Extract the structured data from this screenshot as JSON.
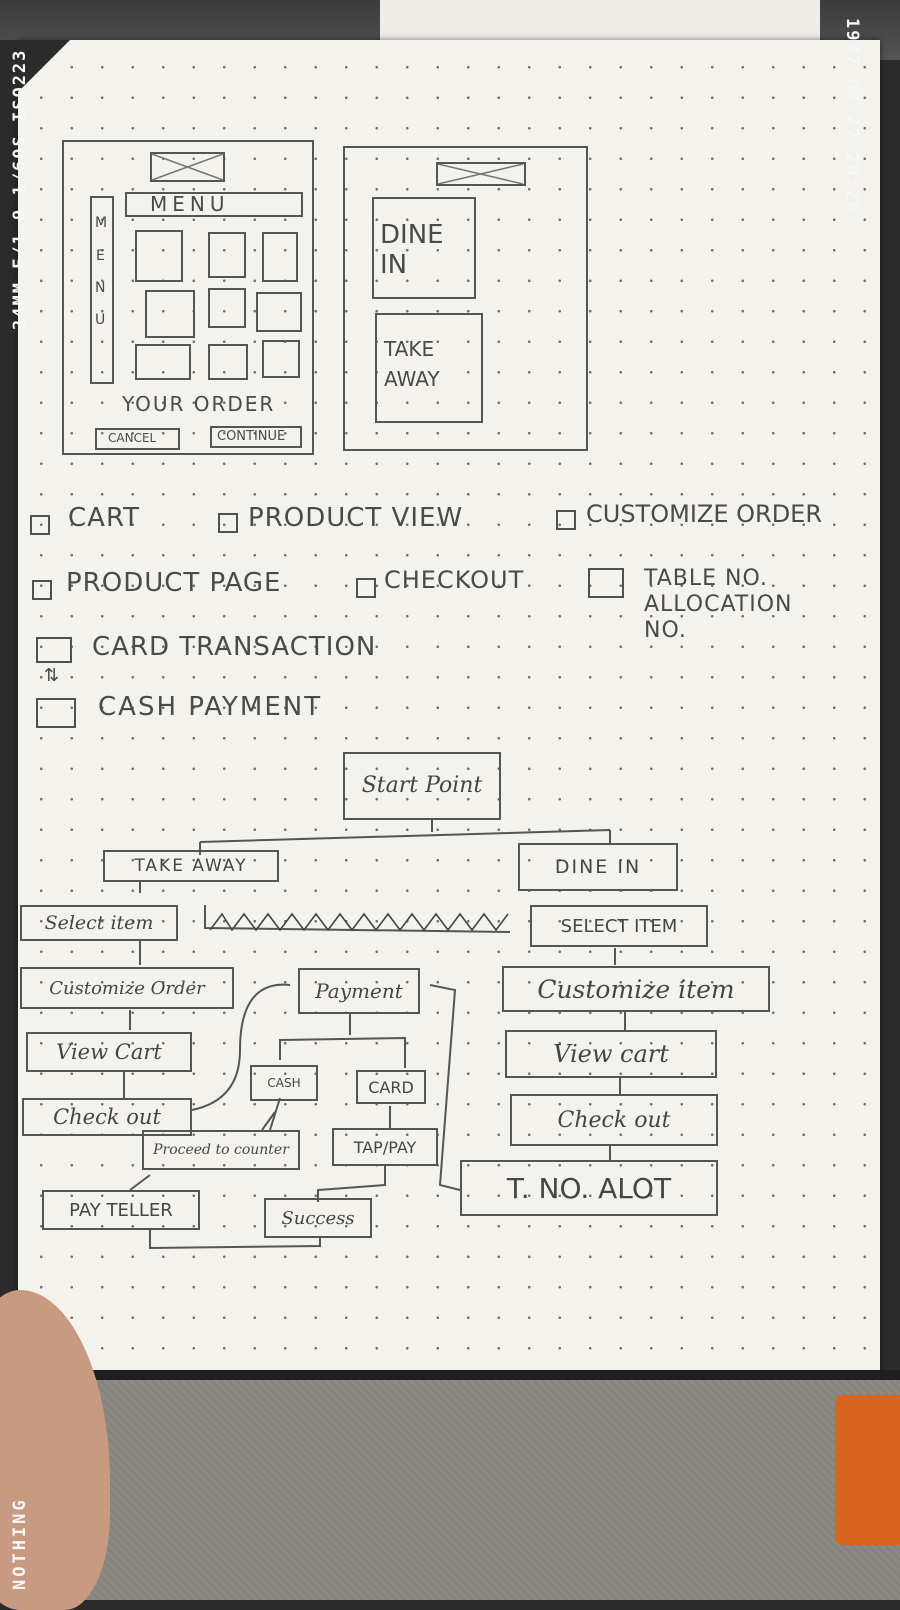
{
  "watermarks": {
    "left": "24MM F/1.9 1/60S ISO223",
    "right": "1947 07 27 20:26",
    "bottom": "NOTHING"
  },
  "wireframes": {
    "menu_screen": {
      "header": "MENU",
      "footer": "YOUR ORDER",
      "cancel": "CANCEL",
      "continue": "CONTINUE",
      "sidebar_letters": [
        "M",
        "E",
        "N",
        "U"
      ]
    },
    "order_type_screen": {
      "dine_in": "DINE IN",
      "take_away": "TAKE AWAY"
    }
  },
  "checklist": [
    "CART",
    "PRODUCT VIEW",
    "CUSTOMIZE ORDER",
    "PRODUCT PAGE",
    "CHECKOUT",
    "TABLE NO. ALLOCATION NO.",
    "CARD TRANSACTION",
    "CASH PAYMENT"
  ],
  "flowchart": {
    "start": "Start Point",
    "take_away": "TAKE AWAY",
    "dine_in": "DINE IN",
    "ta_select": "Select item",
    "ta_customize": "Customize Order",
    "ta_view_cart": "View Cart",
    "ta_checkout": "Check out",
    "payment": "Payment",
    "cash": "CASH",
    "card": "CARD",
    "proceed": "Proceed to counter",
    "tap_pay": "TAP/PAY",
    "pay_teller": "PAY TELLER",
    "success": "Success",
    "di_select": "SELECT ITEM",
    "di_customize": "Customize item",
    "di_view_cart": "View cart",
    "di_checkout": "Check out",
    "table_no": "T. NO. ALOT"
  },
  "colors": {
    "paper": "#f4f2ec",
    "pencil": "#4a4a4a",
    "accent_orange": "#d8651e"
  }
}
